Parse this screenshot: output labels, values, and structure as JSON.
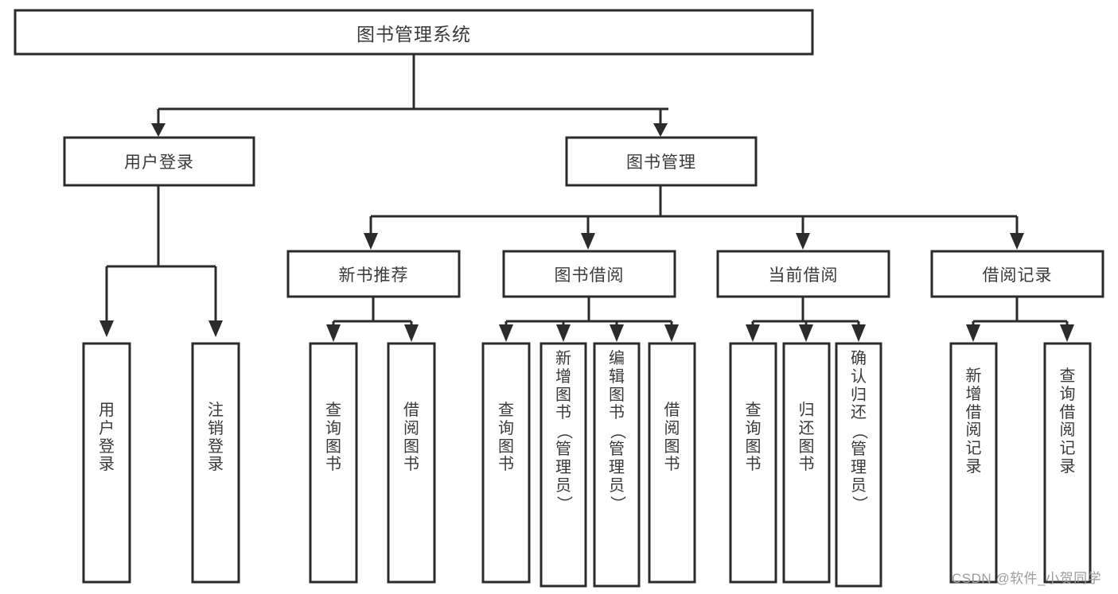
{
  "diagram": {
    "type": "tree-hierarchy",
    "title": "图书管理系统",
    "watermark": "CSDN @软件_小贺同学",
    "colors": {
      "box_fill": "#ffffff",
      "box_stroke": "#2b2b2b",
      "text": "#3a3a3a",
      "connector": "#2b2b2b",
      "watermark": "#9b9b9b",
      "background": "#ffffff"
    },
    "levels": {
      "root": "图书管理系统",
      "level2": [
        "用户登录",
        "图书管理"
      ],
      "level3": [
        "新书推荐",
        "图书借阅",
        "当前借阅",
        "借阅记录"
      ]
    },
    "nodes": {
      "root": {
        "label": "图书管理系统"
      },
      "user_login": {
        "label": "用户登录"
      },
      "book_manage": {
        "label": "图书管理"
      },
      "new_book_rec": {
        "label": "新书推荐"
      },
      "book_borrow": {
        "label": "图书借阅"
      },
      "current_borrow": {
        "label": "当前借阅"
      },
      "borrow_record": {
        "label": "借阅记录"
      }
    },
    "leaves": [
      {
        "id": "leaf-user-login",
        "parent": "用户登录",
        "label": "用户登录"
      },
      {
        "id": "leaf-user-logout",
        "parent": "用户登录",
        "label": "注销登录"
      },
      {
        "id": "leaf-query-book-1",
        "parent": "新书推荐",
        "label": "查询图书"
      },
      {
        "id": "leaf-borrow-book-1",
        "parent": "新书推荐",
        "label": "借阅图书"
      },
      {
        "id": "leaf-query-book-2",
        "parent": "图书借阅",
        "label": "查询图书"
      },
      {
        "id": "leaf-add-book",
        "parent": "图书借阅",
        "label": "新增图书（管理员）"
      },
      {
        "id": "leaf-edit-book",
        "parent": "图书借阅",
        "label": "编辑图书（管理员）"
      },
      {
        "id": "leaf-borrow-book-2",
        "parent": "图书借阅",
        "label": "借阅图书"
      },
      {
        "id": "leaf-query-book-3",
        "parent": "当前借阅",
        "label": "查询图书"
      },
      {
        "id": "leaf-return-book",
        "parent": "当前借阅",
        "label": "归还图书"
      },
      {
        "id": "leaf-confirm-return",
        "parent": "当前借阅",
        "label": "确认归还（管理员）"
      },
      {
        "id": "leaf-add-record",
        "parent": "借阅记录",
        "label": "新增借阅记录"
      },
      {
        "id": "leaf-query-record",
        "parent": "借阅记录",
        "label": "查询借阅记录"
      }
    ]
  }
}
